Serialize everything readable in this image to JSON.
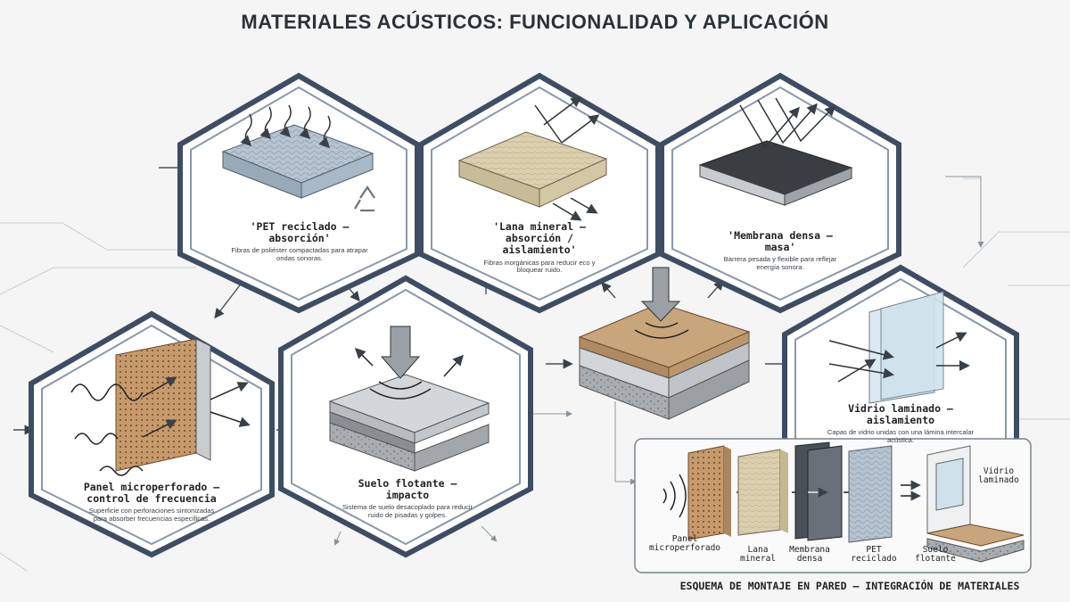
{
  "title": "MATERIALES ACÚSTICOS: FUNCIONALIDAD Y APLICACIÓN",
  "materials": {
    "pet": {
      "name": "'PET reciclado – absorción'",
      "desc": "Fibras de poliéster compactadas para atrapar ondas sonoras."
    },
    "lana": {
      "name": "'Lana mineral – absorción / aislamiento'",
      "desc": "Fibras inorgánicas para reducir eco y bloquear ruido."
    },
    "membrana": {
      "name": "'Membrana densa – masa'",
      "desc": "Barrera pesada y flexible para reflejar energía sonora."
    },
    "panel": {
      "name": "Panel microperforado – control de frecuencia",
      "desc": "Superficie con perforaciones sintonizadas para absorber frecuencias específicas."
    },
    "suelo": {
      "name": "Suelo flotante – impacto",
      "desc": "Sistema de suelo desacoplado para reducir ruido de pisadas y golpes."
    },
    "vidrio": {
      "name": "Vidrio laminado – aislamiento",
      "desc": "Capas de vidrio unidas con una lámina intercalar acústica."
    }
  },
  "esquema": {
    "title": "ESQUEMA DE MONTAJE EN PARED – INTEGRACIÓN DE MATERIALES",
    "labels": {
      "panel": "Panel microperforado",
      "lana": "Lana mineral",
      "membrana": "Membrana densa",
      "pet": "PET reciclado",
      "suelo": "Suelo flotante",
      "vidrio": "Vidrio laminado"
    }
  },
  "colors": {
    "hex_outer": "#3d4d63",
    "hex_inner": "#7f8da0",
    "arrow": "#3a4048",
    "wood": "#c9a27a",
    "wool": "#d8ccae",
    "pet": "#b9c6d1",
    "dark": "#2f3337"
  }
}
